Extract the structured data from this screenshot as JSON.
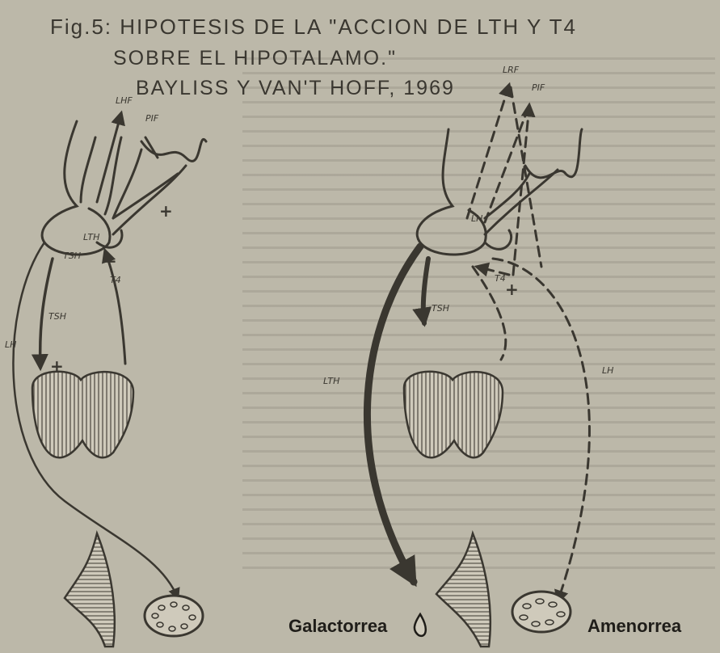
{
  "figure": {
    "title_line1": "Fig.5: HIPOTESIS DE LA \"ACCION DE LTH Y T4",
    "title_line2": "SOBRE EL HIPOTALAMO.\"",
    "title_line3": "BAYLISS Y VAN'T HOFF, 1969"
  },
  "left_diagram": {
    "labels": {
      "lhf": "LHF",
      "pif": "PIF",
      "lth": "LTH",
      "tsh_top": "TSH",
      "tsh_arrow": "TSH",
      "t4": "T4",
      "lh": "LH",
      "plus1": "+",
      "plus2": "+",
      "minus": "−"
    }
  },
  "right_diagram": {
    "labels": {
      "lrf": "LRF",
      "pif": "PIF",
      "lh": "LH",
      "t4": "T4",
      "tsh": "TSH",
      "lth": "LTH",
      "lh_long": "LH",
      "plus": "+"
    },
    "captions": {
      "galactorrea": "Galactorrea",
      "amenorrea": "Amenorrea"
    }
  },
  "colors": {
    "paper": "#bcb8a9",
    "ink": "#3a3730",
    "dark_ink": "#1f1d19"
  }
}
